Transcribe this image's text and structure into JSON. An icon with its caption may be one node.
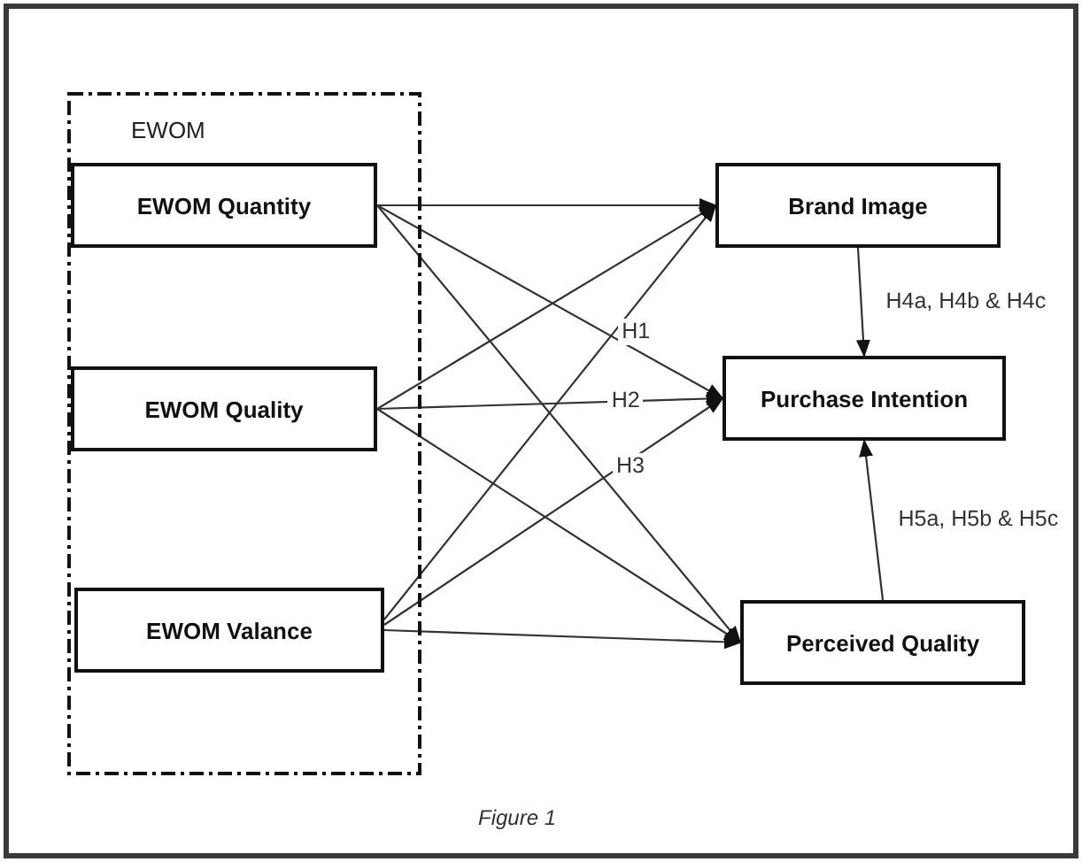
{
  "diagram": {
    "caption": "Figure 1",
    "nodes": [
      {
        "text": [
          "EWOM"
        ]
      },
      {
        "text": [
          "EWOM Quantity"
        ],
        "in": 0
      },
      {
        "text": [
          "EWOM Quality"
        ],
        "in": 0
      },
      {
        "text": [
          "EWOM Valance"
        ],
        "in": 0
      },
      {
        "text": [
          "Brand Image"
        ]
      },
      {
        "text": [
          "Purchase Intention"
        ]
      },
      {
        "text": [
          "Perceived Quality"
        ]
      }
    ],
    "edges": [
      {
        "from": 1,
        "to": 4,
        "arrow": "to"
      },
      {
        "from": 1,
        "to": 5,
        "arrow": "to",
        "label": "H1"
      },
      {
        "from": 1,
        "to": 6,
        "arrow": "to"
      },
      {
        "from": 2,
        "to": 4,
        "arrow": "to"
      },
      {
        "from": 2,
        "to": 5,
        "arrow": "to",
        "label": "H2"
      },
      {
        "from": 2,
        "to": 6,
        "arrow": "to"
      },
      {
        "from": 3,
        "to": 4,
        "arrow": "to"
      },
      {
        "from": 3,
        "to": 5,
        "arrow": "to",
        "label": "H3"
      },
      {
        "from": 3,
        "to": 6,
        "arrow": "to"
      },
      {
        "from": 4,
        "to": 5,
        "arrow": "to",
        "label": "H4a, H4b & H4c"
      },
      {
        "from": 6,
        "to": 5,
        "arrow": "to",
        "label": "H5a, H5b & H5c"
      }
    ]
  }
}
